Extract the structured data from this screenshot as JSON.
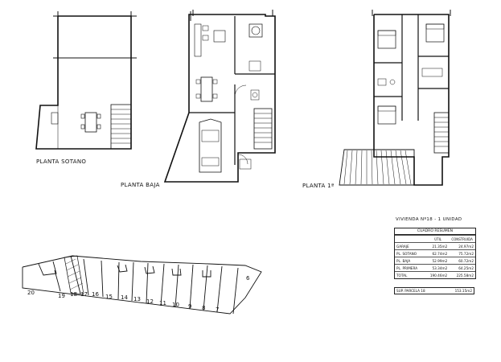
{
  "plans": {
    "sotano": {
      "title": "PLANTA SOTANO"
    },
    "baja": {
      "title": "PLANTA BAJA"
    },
    "primera": {
      "title": "PLANTA 1ª"
    }
  },
  "summary": {
    "title": "VIVIENDA Nº18 - 1 UNIDAD",
    "subtitle": "CUADRO RESUMEN",
    "col_util": "ÚTIL",
    "col_construida": "CONSTRUIDA",
    "rows": [
      {
        "label": "GARAJE",
        "util": "21.35m2",
        "construida": "24.97m2"
      },
      {
        "label": "PL. SOTANO",
        "util": "62.74m2",
        "construida": "75.72m2"
      },
      {
        "label": "PL. BAJA",
        "util": "52.99m2",
        "construida": "60.72m2"
      },
      {
        "label": "PL. PRIMERA",
        "util": "53.34m2",
        "construida": "64.25m2"
      },
      {
        "label": "TOTAL",
        "util": "190.46m2",
        "construida": "225.58m2"
      }
    ],
    "sup_parcela_label": "SUP. PARCELA 18",
    "sup_parcela_value": "153.15m2"
  },
  "site": {
    "lots_bottom": [
      "20",
      "19",
      "18",
      "17",
      "16",
      "15",
      "14",
      "13",
      "12",
      "11",
      "10",
      "9",
      "8",
      "7"
    ],
    "lot_right": "6"
  }
}
